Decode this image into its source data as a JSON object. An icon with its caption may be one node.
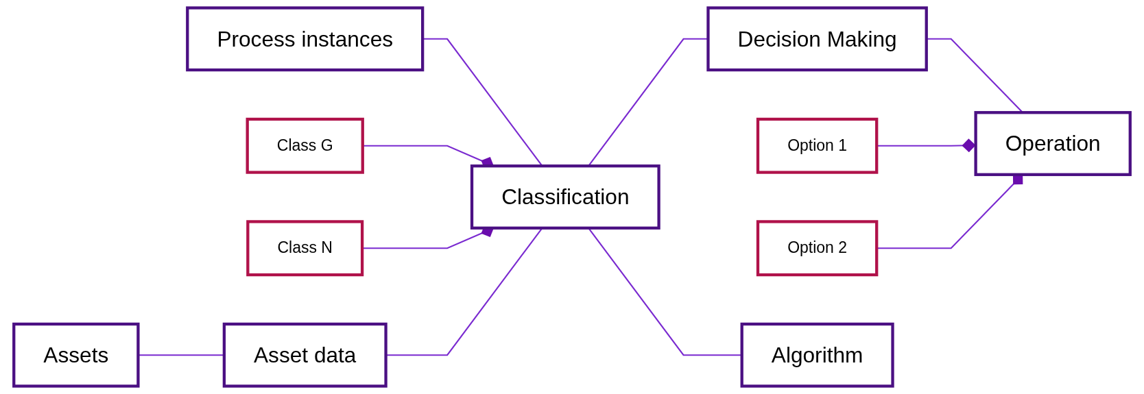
{
  "diagram": {
    "nodes": [
      {
        "text": [
          "Process instances"
        ]
      },
      {
        "text": [
          "Class G"
        ]
      },
      {
        "text": [
          "Class N"
        ]
      },
      {
        "text": [
          "Classification"
        ]
      },
      {
        "text": [
          "Decision Making"
        ]
      },
      {
        "text": [
          "Option 1"
        ]
      },
      {
        "text": [
          "Option 2"
        ]
      },
      {
        "text": [
          "Operation"
        ]
      },
      {
        "text": [
          "Algorithm"
        ]
      },
      {
        "text": [
          "Assets"
        ]
      },
      {
        "text": [
          "Asset data"
        ]
      }
    ],
    "edges": [
      {
        "from": 0,
        "to": 3,
        "arrow": "none"
      },
      {
        "from": 1,
        "to": 3,
        "arrow": "other"
      },
      {
        "from": 2,
        "to": 3,
        "arrow": "other"
      },
      {
        "from": 3,
        "to": 4,
        "arrow": "none"
      },
      {
        "from": 4,
        "to": 7,
        "arrow": "none"
      },
      {
        "from": 5,
        "to": 7,
        "arrow": "other"
      },
      {
        "from": 6,
        "to": 7,
        "arrow": "other"
      },
      {
        "from": 3,
        "to": 8,
        "arrow": "none"
      },
      {
        "from": 10,
        "to": 3,
        "arrow": "none"
      },
      {
        "from": 9,
        "to": 10,
        "arrow": "none"
      }
    ]
  }
}
